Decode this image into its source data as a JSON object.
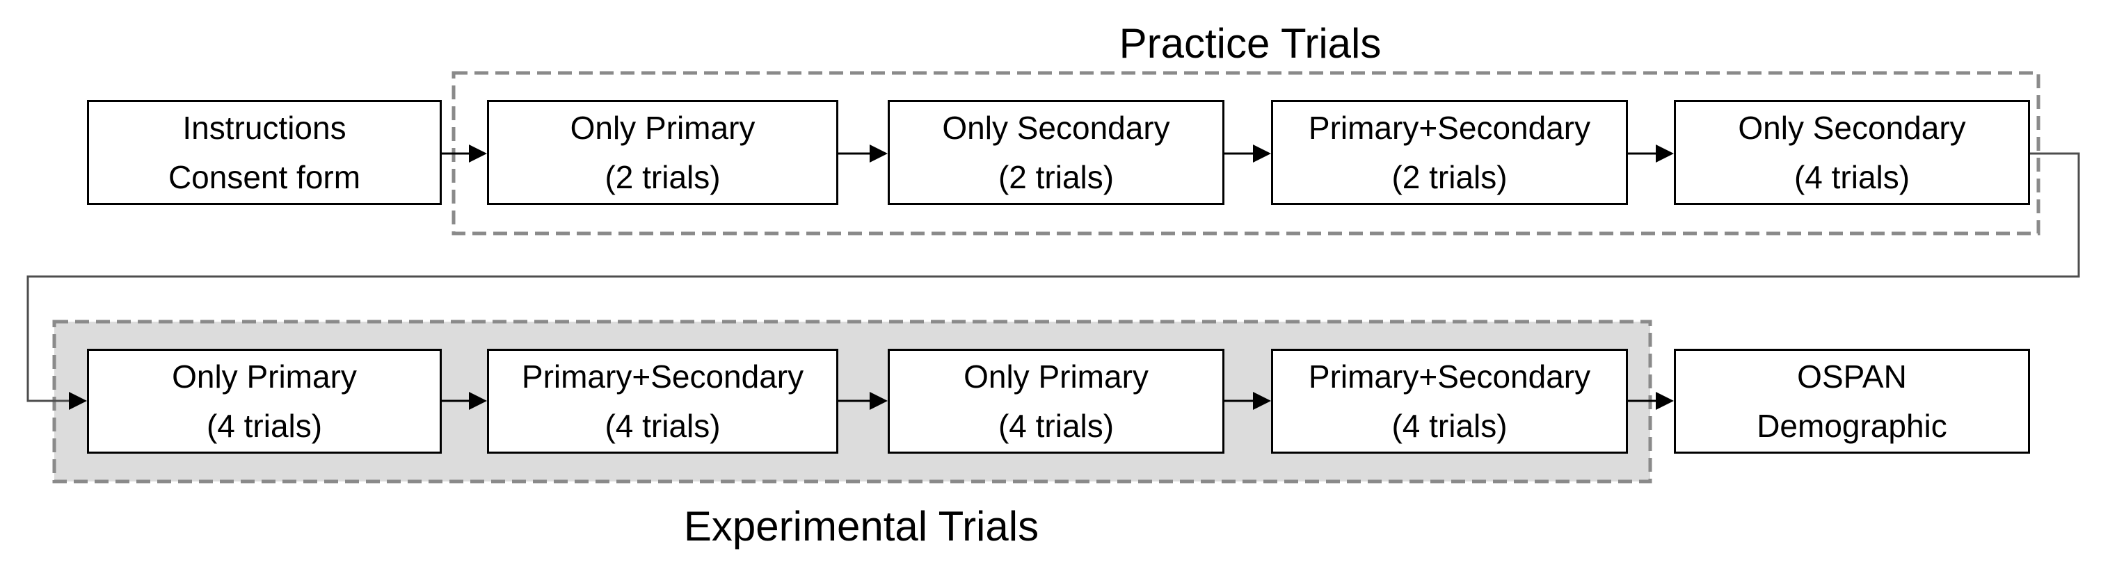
{
  "flow": {
    "intro_box": {
      "line1": "Instructions",
      "line2": "Consent form"
    },
    "practice_group": {
      "title": "Practice Trials",
      "boxes": [
        {
          "line1": "Only Primary",
          "line2": "(2 trials)"
        },
        {
          "line1": "Only Secondary",
          "line2": "(2 trials)"
        },
        {
          "line1": "Primary+Secondary",
          "line2": "(2 trials)"
        },
        {
          "line1": "Only Secondary",
          "line2": "(4 trials)"
        }
      ]
    },
    "experimental_group": {
      "title": "Experimental Trials",
      "boxes": [
        {
          "line1": "Only Primary",
          "line2": "(4 trials)"
        },
        {
          "line1": "Primary+Secondary",
          "line2": "(4 trials)"
        },
        {
          "line1": "Only Primary",
          "line2": "(4 trials)"
        },
        {
          "line1": "Primary+Secondary",
          "line2": "(4 trials)"
        }
      ]
    },
    "outro_box": {
      "line1": "OSPAN",
      "line2": "Demographic"
    }
  },
  "colors": {
    "box_border": "#000000",
    "box_fill": "#ffffff",
    "dashed_group_border": "#8a8a8a",
    "experimental_group_fill": "#dcdcdc",
    "connector_line": "#4d4d4d",
    "arrow": "#000000",
    "text": "#000000"
  }
}
